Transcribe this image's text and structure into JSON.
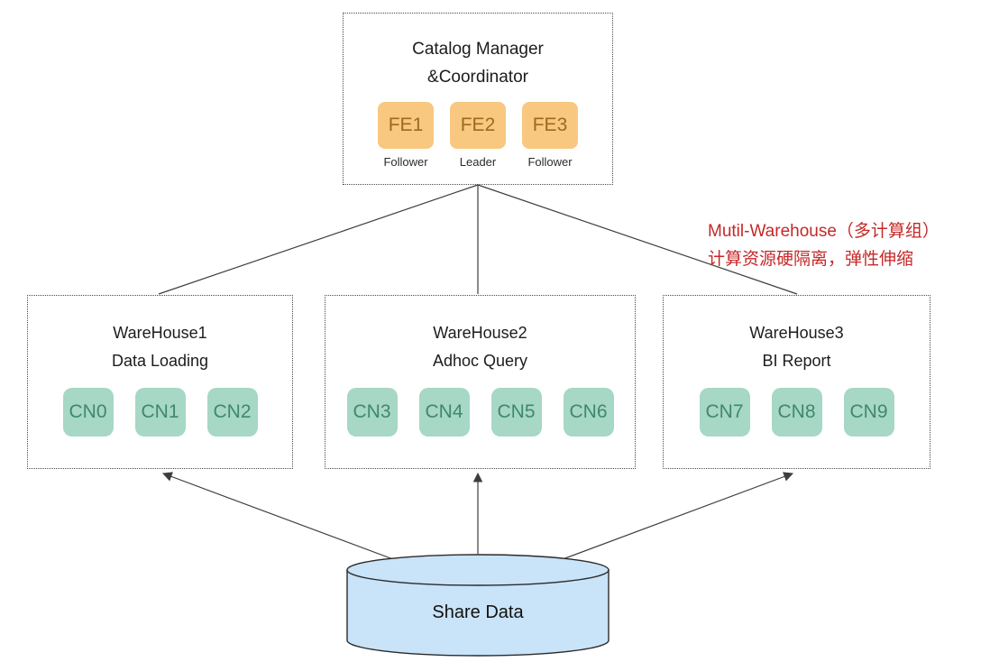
{
  "catalog": {
    "title_line1": "Catalog Manager",
    "title_line2": "&Coordinator",
    "nodes": [
      {
        "label": "FE1",
        "role": "Follower"
      },
      {
        "label": "FE2",
        "role": "Leader"
      },
      {
        "label": "FE3",
        "role": "Follower"
      }
    ]
  },
  "annotation": {
    "line1": "Mutil-Warehouse（多计算组）",
    "line2": "计算资源硬隔离，弹性伸缩",
    "color": "#c62828"
  },
  "warehouses": [
    {
      "title": "WareHouse1",
      "subtitle": "Data Loading",
      "nodes": [
        "CN0",
        "CN1",
        "CN2"
      ]
    },
    {
      "title": "WareHouse2",
      "subtitle": "Adhoc Query",
      "nodes": [
        "CN3",
        "CN4",
        "CN5",
        "CN6"
      ]
    },
    {
      "title": "WareHouse3",
      "subtitle": "BI Report",
      "nodes": [
        "CN7",
        "CN8",
        "CN9"
      ]
    }
  ],
  "storage": {
    "label": "Share Data"
  },
  "colors": {
    "fe_node_fill": "#f8c880",
    "cn_node_fill": "#a7d7c5",
    "storage_fill": "#c9e3f8",
    "annotation_red": "#c62828"
  }
}
